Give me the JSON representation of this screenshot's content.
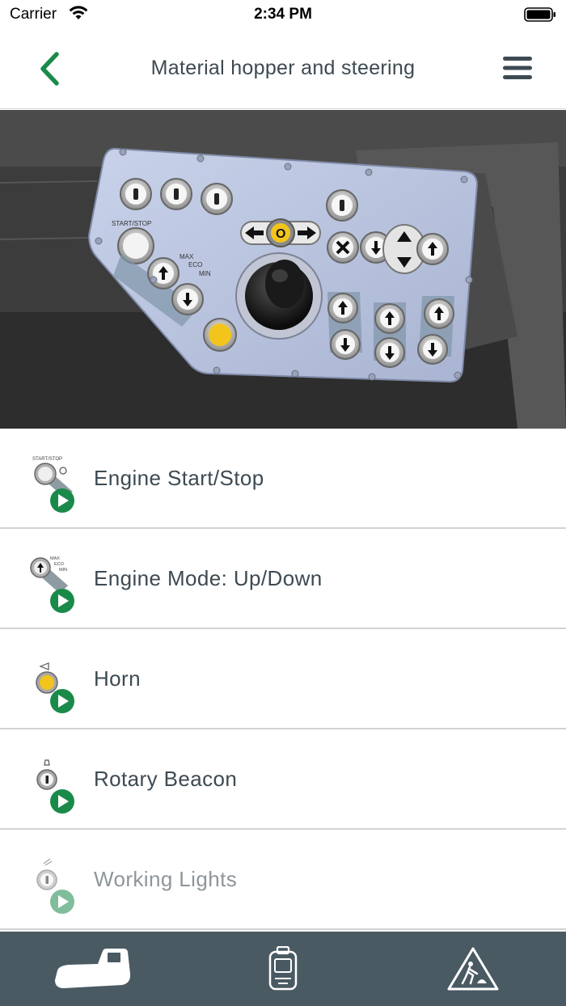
{
  "status_bar": {
    "carrier": "Carrier",
    "time": "2:34 PM"
  },
  "nav": {
    "title": "Material hopper and steering",
    "back_icon": "chevron-left-icon",
    "menu_icon": "hamburger-menu-icon"
  },
  "hero": {
    "panel_labels": {
      "start_stop": "START/STOP",
      "max": "MAX",
      "eco": "ECO",
      "min": "MIN"
    }
  },
  "list": {
    "items": [
      {
        "label": "Engine Start/Stop",
        "thumb_text": "START/STOP"
      },
      {
        "label": "Engine Mode: Up/Down",
        "thumb_max": "MAX",
        "thumb_eco": "ECO",
        "thumb_min": "MIN"
      },
      {
        "label": "Horn"
      },
      {
        "label": "Rotary Beacon"
      },
      {
        "label": "Working Lights"
      }
    ]
  },
  "tab_bar": {
    "tabs": [
      {
        "icon": "paver-machine-icon"
      },
      {
        "icon": "remote-control-icon"
      },
      {
        "icon": "roadwork-warning-icon"
      }
    ]
  },
  "colors": {
    "accent_green": "#1a8a4a",
    "tab_bar": "#4a5a63",
    "text": "#3d4a52",
    "horn_yellow": "#f3c51c"
  }
}
